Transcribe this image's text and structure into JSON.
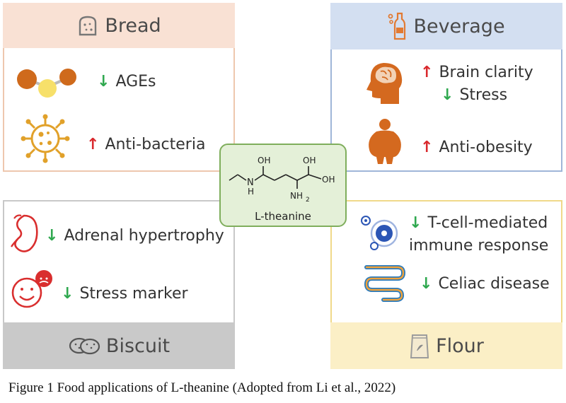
{
  "bread": {
    "title": "Bread",
    "items": [
      {
        "arrow": "↓",
        "direction": "down",
        "text": "AGEs"
      },
      {
        "arrow": "↑",
        "direction": "up",
        "text": "Anti-bacteria"
      }
    ]
  },
  "beverage": {
    "title": "Beverage",
    "items": [
      {
        "arrow": "↑",
        "direction": "up",
        "text": "Brain clarity"
      },
      {
        "arrow": "↓",
        "direction": "down",
        "text": "Stress"
      },
      {
        "arrow": "↑",
        "direction": "up",
        "text": "Anti-obesity"
      }
    ]
  },
  "biscuit": {
    "title": "Biscuit",
    "items": [
      {
        "arrow": "↓",
        "direction": "down",
        "text": "Adrenal hypertrophy"
      },
      {
        "arrow": "↓",
        "direction": "down",
        "text": "Stress marker"
      }
    ]
  },
  "flour": {
    "title": "Flour",
    "items": [
      {
        "arrow": "↓",
        "direction": "down",
        "text": "T-cell-mediated"
      },
      {
        "text": "immune response"
      },
      {
        "arrow": "↓",
        "direction": "down",
        "text": "Celiac disease"
      }
    ]
  },
  "center": {
    "label": "L-theanine",
    "atoms": {
      "oh1": "OH",
      "oh2": "OH",
      "oh3": "OH",
      "nh2": "NH",
      "nh2_sub": "2",
      "nh": "N",
      "h": "H"
    }
  },
  "caption": "Figure 1 Food applications of L-theanine (Adopted from Li et al., 2022)",
  "colors": {
    "bread_header": "#f9e1d4",
    "bread_border": "#eec7ae",
    "beverage_header": "#d3dff1",
    "beverage_border": "#9fb6d8",
    "biscuit_header": "#c9c9c9",
    "biscuit_border": "#c8c8c8",
    "flour_header": "#fbefc6",
    "flour_border": "#f0d98a",
    "up_arrow": "#d9292d",
    "down_arrow": "#2fa84f"
  }
}
